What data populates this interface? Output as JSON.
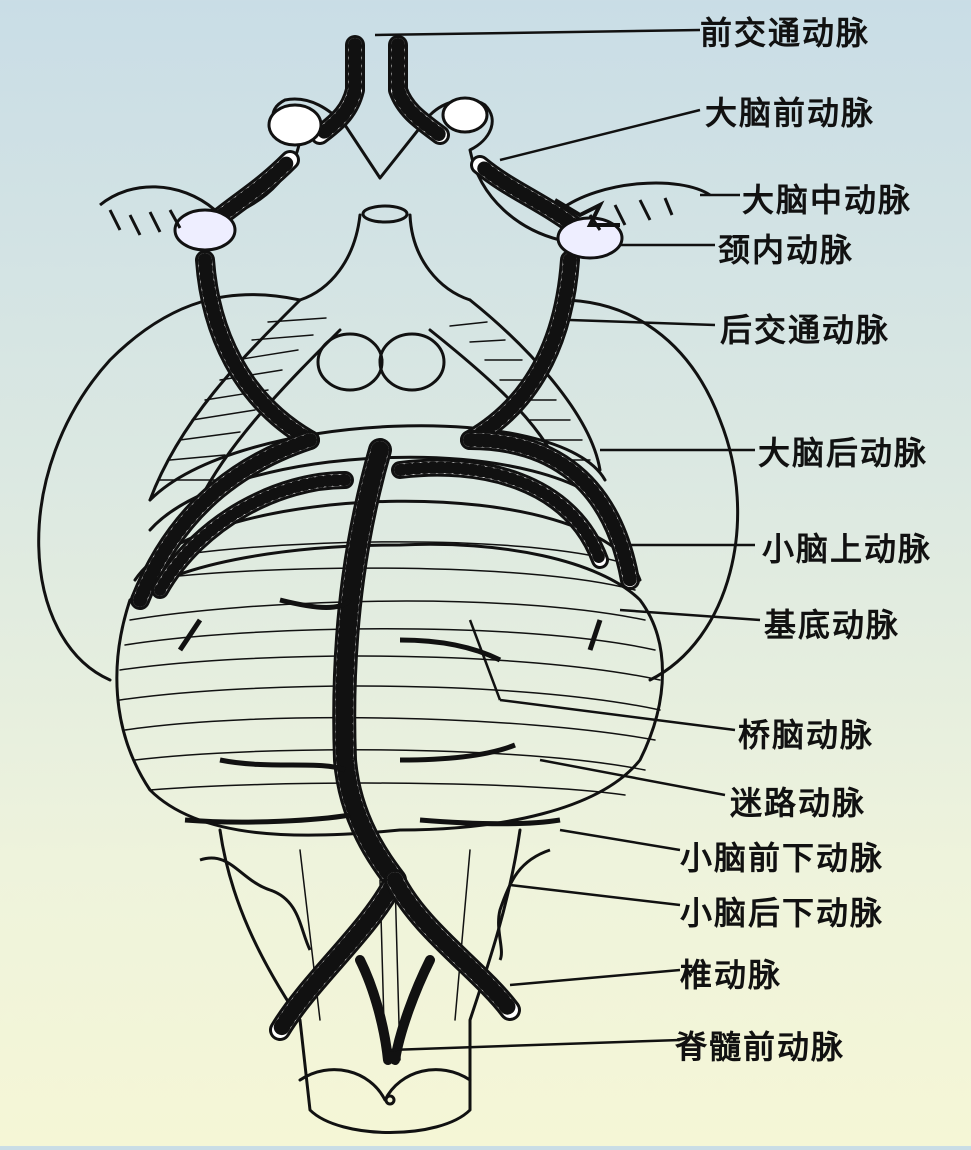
{
  "labels": [
    {
      "id": "acom",
      "text": "前交通动脉"
    },
    {
      "id": "aca",
      "text": "大脑前动脉"
    },
    {
      "id": "mca",
      "text": "大脑中动脉"
    },
    {
      "id": "ica",
      "text": "颈内动脉"
    },
    {
      "id": "pcom",
      "text": "后交通动脉"
    },
    {
      "id": "pca",
      "text": "大脑后动脉"
    },
    {
      "id": "sca",
      "text": "小脑上动脉"
    },
    {
      "id": "ba",
      "text": "基底动脉"
    },
    {
      "id": "pont",
      "text": "桥脑动脉"
    },
    {
      "id": "laby",
      "text": "迷路动脉"
    },
    {
      "id": "aica",
      "text": "小脑前下动脉"
    },
    {
      "id": "pica",
      "text": "小脑后下动脉"
    },
    {
      "id": "va",
      "text": "椎动脉"
    },
    {
      "id": "asa",
      "text": "脊髓前动脉"
    }
  ]
}
